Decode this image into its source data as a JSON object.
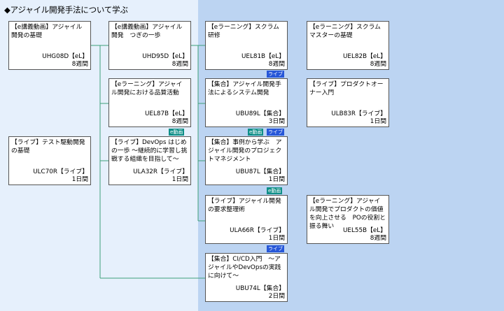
{
  "title": "◆アジャイル開発手法について学ぶ",
  "badges": {
    "live": "ライブ",
    "edouga": "e動画"
  },
  "colors": {
    "line": "#3f9f7a",
    "badge_live": "#2757d8",
    "badge_edouga": "#0f8f88"
  },
  "courses": {
    "uhg08d": {
      "title": "【e講義動画】アジャイル開発の基礎",
      "code": "UHG08D【eL】",
      "duration": "8週間"
    },
    "ulc70r": {
      "title": "【ライブ】テスト駆動開発の基礎",
      "code": "ULC70R【ライブ】",
      "duration": "1日間"
    },
    "uhd95d": {
      "title": "【e講義動画】アジャイル開発　つぎの一歩",
      "code": "UHD95D【eL】",
      "duration": "8週間"
    },
    "uel87b": {
      "title": "【eラーニング】アジャイル開発における品質活動",
      "code": "UEL87B【eL】",
      "duration": "8週間"
    },
    "ula32r": {
      "title": "【ライブ】DevOps はじめの一歩 ～継続的に学習し挑戦する組織を目指して～",
      "code": "ULA32R【ライブ】",
      "duration": "1日間"
    },
    "uel81b": {
      "title": "【eラーニング】スクラム研修",
      "code": "UEL81B【eL】",
      "duration": "8週間"
    },
    "ubu89l": {
      "title": "【集合】アジャイル開発手法によるシステム開発",
      "code": "UBU89L【集合】",
      "duration": "3日間"
    },
    "ubu87l": {
      "title": "【集合】事例から学ぶ　アジャイル開発のプロジェクトマネジメント",
      "code": "UBU87L【集合】",
      "duration": "1日間"
    },
    "ula66r": {
      "title": "【ライブ】アジャイル開発の要求整理術",
      "code": "ULA66R【ライブ】",
      "duration": "1日間"
    },
    "ubu74l": {
      "title": "【集合】CI/CD入門　～アジャイルやDevOpsの実践に向けて～",
      "code": "UBU74L【集合】",
      "duration": "2日間"
    },
    "uel82b": {
      "title": "【eラーニング】スクラムマスターの基礎",
      "code": "UEL82B【eL】",
      "duration": "8週間"
    },
    "ulb83r": {
      "title": "【ライブ】プロダクトオーナー入門",
      "code": "ULB83R【ライブ】",
      "duration": "1日間"
    },
    "uel55b": {
      "title": "【eラーニング】アジャイル開発でプロダクトの価値を向上させる　POの役割と振る舞い",
      "code": "UEL55B【eL】",
      "duration": "8週間"
    }
  }
}
